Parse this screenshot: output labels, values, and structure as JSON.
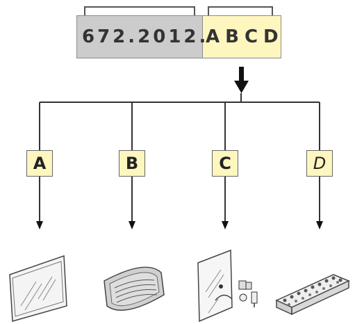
{
  "code": {
    "prefix": "672.2012.",
    "suffix": "ABCD"
  },
  "options": [
    {
      "letter": "A",
      "italic": false,
      "image": "glass-panel"
    },
    {
      "letter": "B",
      "italic": false,
      "image": "louvered-panel"
    },
    {
      "letter": "C",
      "italic": false,
      "image": "glass-door-with-lock"
    },
    {
      "letter": "D",
      "italic": true,
      "image": "terminal-strip"
    }
  ],
  "colors": {
    "prefix_bg": "#cccccc",
    "suffix_bg": "#fdf6bf",
    "letter_bg": "#fdf6bf",
    "line": "#333333"
  }
}
